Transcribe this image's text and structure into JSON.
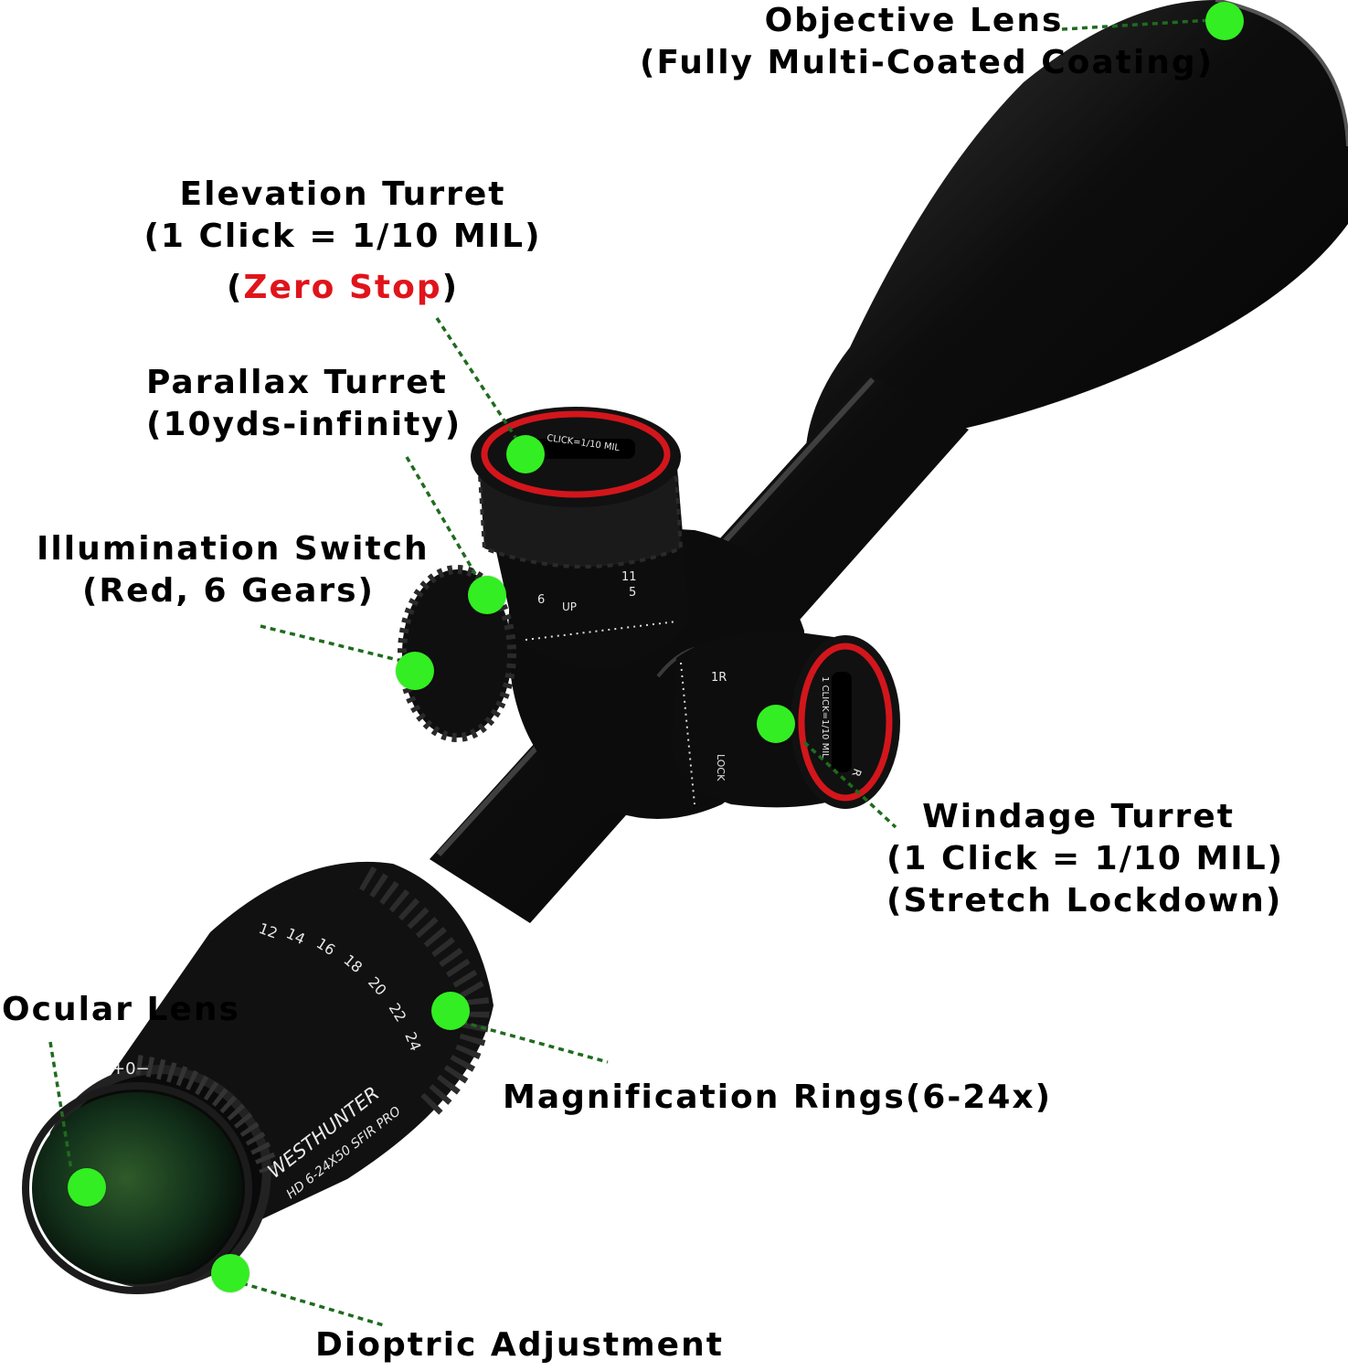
{
  "labels": {
    "objective_lens": {
      "title": "Objective Lens",
      "detail": "(Fully Multi-Coated Coating)"
    },
    "elevation_turret": {
      "title": "Elevation Turret",
      "detail": "(1 Click = 1/10 MIL)",
      "open": "(",
      "highlight": "Zero Stop",
      "close": ")"
    },
    "parallax_turret": {
      "title": "Parallax Turret",
      "detail": "(10yds-infinity)"
    },
    "illumination_switch": {
      "title": "Illumination Switch",
      "detail": "(Red, 6 Gears)"
    },
    "windage_turret": {
      "title": "Windage Turret",
      "detail": "(1 Click = 1/10 MIL)",
      "detail2": "(Stretch Lockdown)"
    },
    "ocular_lens": {
      "title": "Ocular Lens"
    },
    "magnification_rings": {
      "title": "Magnification Rings(6-24x)"
    },
    "dioptric_adjustment": {
      "title": "Dioptric Adjustment"
    }
  },
  "scope_markings": {
    "brand": "WESTHUNTER",
    "model": "HD 6-24X50 SFIR PRO",
    "magnification_scale": [
      "12",
      "14",
      "16",
      "18",
      "20",
      "22",
      "24"
    ],
    "diopter_scale": "+0−",
    "elevation_cap": "CLICK=1/10 MIL",
    "elevation_dir": "UP",
    "elevation_numbers": [
      "6",
      "11",
      "5"
    ],
    "windage_cap": "1 CLICK=1/10 MIL",
    "windage_dir": "1R",
    "windage_lock": "LOCK",
    "windage_r": "R"
  },
  "colors": {
    "marker": "#33ee22",
    "leader": "#1f6b1f",
    "accent_red": "#e0141b",
    "body": "#0b0b0b"
  }
}
